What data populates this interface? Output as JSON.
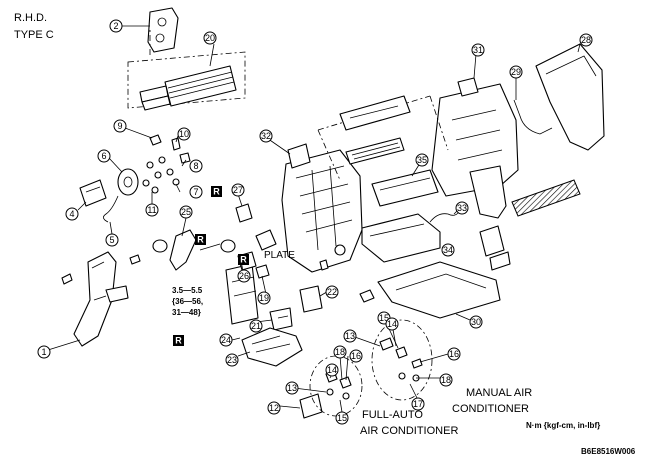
{
  "header": {
    "line1": "R.H.D.",
    "line2": "TYPE C"
  },
  "callouts": [
    "1",
    "2",
    "4",
    "5",
    "6",
    "7",
    "8",
    "9",
    "10",
    "11",
    "12",
    "13",
    "14",
    "15",
    "16",
    "17",
    "18",
    "19",
    "20",
    "21",
    "22",
    "23",
    "24",
    "25",
    "26",
    "27",
    "28",
    "29",
    "30",
    "31",
    "32",
    "33",
    "34",
    "35"
  ],
  "reuse_marker": "R",
  "plate_label": "PLATE",
  "torque": {
    "line1": "3.5—5.5",
    "line2": "{36—56,",
    "line3": "31—48}"
  },
  "labels": {
    "manual_1": "MANUAL AIR",
    "manual_2": "CONDITIONER",
    "auto_1": "FULL-AUTO",
    "auto_2": "AIR CONDITIONER"
  },
  "units": "N·m {kgf-cm, in-lbf}",
  "figure_code": "B6E8516W006"
}
